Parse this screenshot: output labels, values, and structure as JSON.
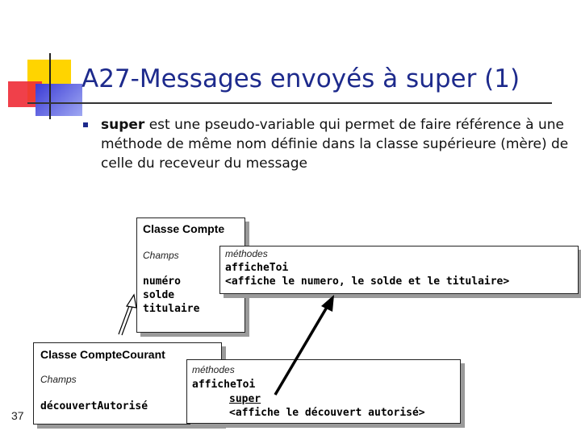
{
  "slide": {
    "title": "A27-Messages envoyés à super (1)",
    "page_number": "37"
  },
  "bullet": {
    "keyword": "super",
    "text": " est une pseudo-variable qui permet de faire référence à une méthode de même nom définie dans la classe supérieure (mère) de celle du receveur du message"
  },
  "compte": {
    "title": "Classe Compte",
    "champs_label": "Champs",
    "fields": [
      "numéro",
      "solde",
      "titulaire"
    ],
    "methods_label": "méthodes",
    "method_name": "afficheToi",
    "method_body": "<affiche le numero, le solde et le titulaire>"
  },
  "compte_courant": {
    "title": "Classe CompteCourant",
    "champs_label": "Champs",
    "fields": [
      "découvertAutorisé"
    ],
    "methods_label": "méthodes",
    "method_name": "afficheToi",
    "super_call": "super",
    "method_body": "<affiche le découvert autorisé>"
  }
}
